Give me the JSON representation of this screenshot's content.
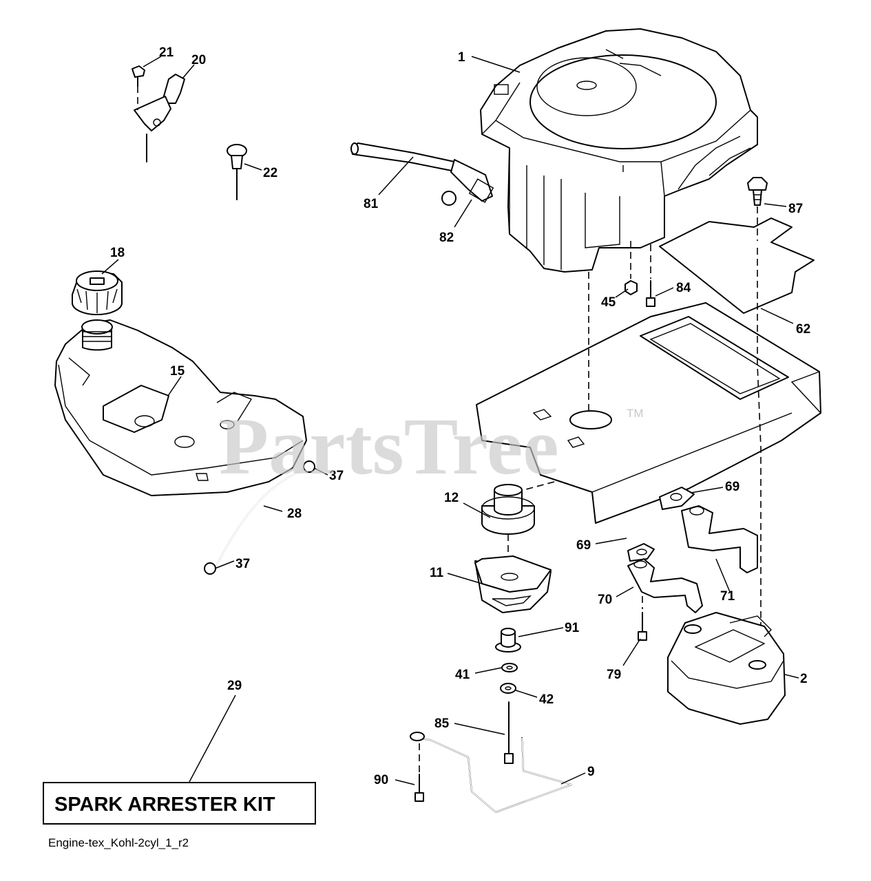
{
  "diagram": {
    "watermark": "PartsTree",
    "trademark": "TM",
    "kit_label": "SPARK ARRESTER KIT",
    "code": "Engine-tex_Kohl-2cyl_1_r2",
    "callouts": {
      "c1": "1",
      "c2": "2",
      "c9": "9",
      "c11": "11",
      "c12": "12",
      "c15": "15",
      "c18": "18",
      "c20": "20",
      "c21": "21",
      "c22": "22",
      "c28": "28",
      "c29": "29",
      "c37a": "37",
      "c37b": "37",
      "c41": "41",
      "c42": "42",
      "c45": "45",
      "c62": "62",
      "c69a": "69",
      "c69b": "69",
      "c70": "70",
      "c71": "71",
      "c79": "79",
      "c81": "81",
      "c82": "82",
      "c84": "84",
      "c85": "85",
      "c87": "87",
      "c90": "90",
      "c91": "91"
    }
  }
}
